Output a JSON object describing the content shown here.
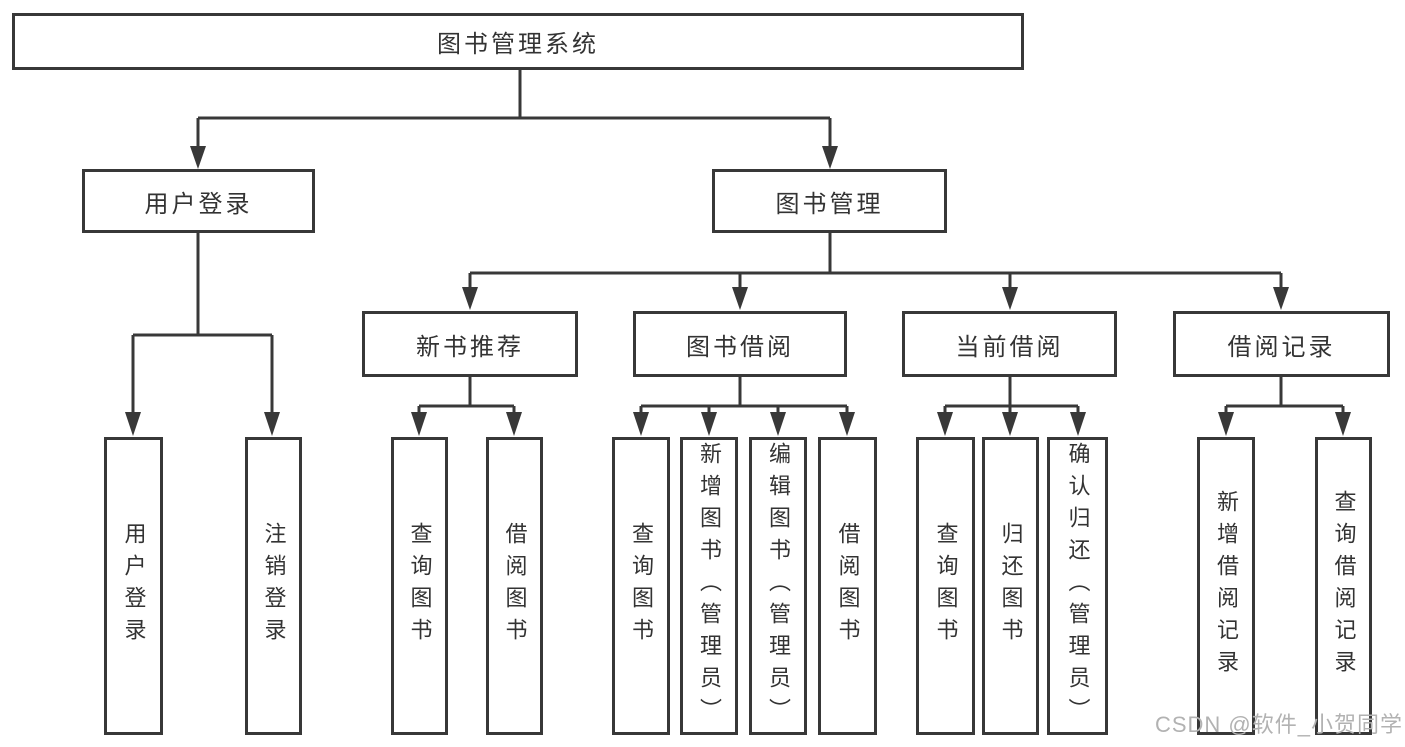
{
  "diagram": {
    "root": {
      "label": "图书管理系统"
    },
    "branches": [
      {
        "label": "用户登录",
        "leaves": [
          {
            "label": "用户登录"
          },
          {
            "label": "注销登录"
          }
        ]
      },
      {
        "label": "图书管理",
        "groups": [
          {
            "label": "新书推荐",
            "leaves": [
              {
                "label": "查询图书"
              },
              {
                "label": "借阅图书"
              }
            ]
          },
          {
            "label": "图书借阅",
            "leaves": [
              {
                "label": "查询图书"
              },
              {
                "label": "新增图书（管理员）"
              },
              {
                "label": "编辑图书（管理员）"
              },
              {
                "label": "借阅图书"
              }
            ]
          },
          {
            "label": "当前借阅",
            "leaves": [
              {
                "label": "查询图书"
              },
              {
                "label": "归还图书"
              },
              {
                "label": "确认归还（管理员）"
              }
            ]
          },
          {
            "label": "借阅记录",
            "leaves": [
              {
                "label": "新增借阅记录"
              },
              {
                "label": "查询借阅记录"
              }
            ]
          }
        ]
      }
    ]
  },
  "watermark": {
    "text": "CSDN @软件_小贺同学"
  },
  "colors": {
    "line": "#383838",
    "text": "#333333",
    "watermark": "#b2b2b2",
    "background": "#ffffff"
  }
}
